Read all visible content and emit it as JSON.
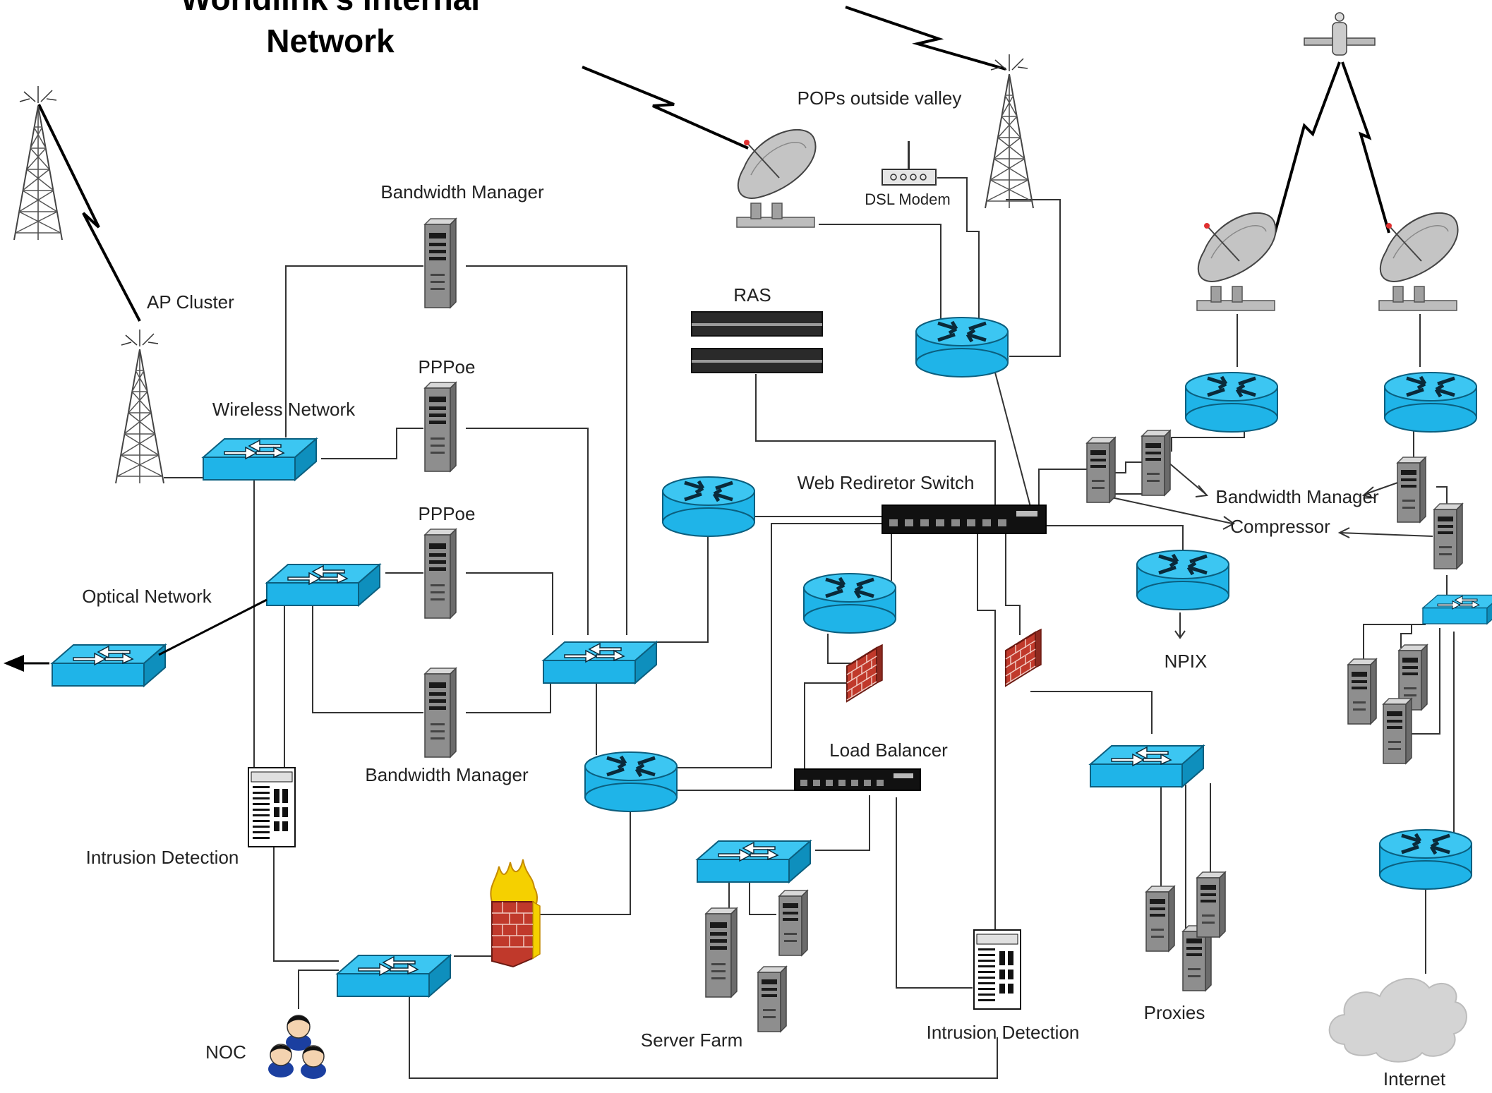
{
  "title": {
    "line1": "Worldlink's  Internal",
    "line2": "Network"
  },
  "labels": {
    "ap_cluster": "AP Cluster",
    "bandwidth_manager_top": "Bandwidth  Manager",
    "pppoe_1": "PPPoe",
    "pppoe_2": "PPPoe",
    "wireless_network": "Wireless Network",
    "optical_network": "Optical Network",
    "bandwidth_manager_bottom": "Bandwidth  Manager",
    "intrusion_detection_left": "Intrusion Detection",
    "noc": "NOC",
    "ras": "RAS",
    "pops_outside_valley": "POPs outside valley",
    "dsl_modem": "DSL Modem",
    "web_redirector_switch": "Web Rediretor Switch",
    "load_balancer": "Load Balancer",
    "server_farm": "Server Farm",
    "intrusion_detection_right": "Intrusion Detection",
    "npix": "NPIX",
    "proxies": "Proxies",
    "bandwidth_manager_right": "Bandwidth Manager",
    "compressor": "Compressor",
    "internet": "Internet"
  },
  "colors": {
    "device_cyan": "#1fb4e8",
    "device_dark": "#0b6f93",
    "server_gray": "#9a9a9a",
    "firewall_brick": "#c0392b",
    "flame": "#f5d000"
  }
}
